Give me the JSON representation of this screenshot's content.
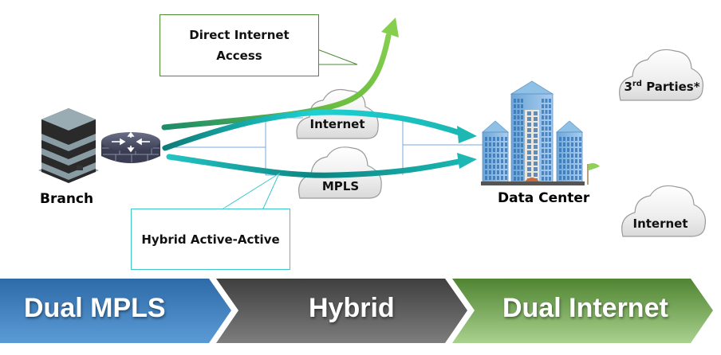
{
  "labels": {
    "branch": "Branch",
    "data_center": "Data Center"
  },
  "callouts": {
    "direct_internet": {
      "line1": "Direct Internet",
      "line2": "Access",
      "border_color": "#4e8a34"
    },
    "hybrid": {
      "text": "Hybrid Active-Active",
      "border_color": "#3cc6c8"
    }
  },
  "clouds": {
    "internet_middle": "Internet",
    "mpls": "MPLS",
    "third_parties": {
      "base": "3",
      "sup": "rd",
      "rest": " Parties*"
    },
    "internet_right": "Internet"
  },
  "chevrons": [
    {
      "label": "Dual MPLS",
      "color_top": "#2d6aa8",
      "color_bottom": "#5b9bd5"
    },
    {
      "label": "Hybrid",
      "color_top": "#3f3f3f",
      "color_bottom": "#7a7a7a"
    },
    {
      "label": "Dual Internet",
      "color_top": "#4f8431",
      "color_bottom": "#a9d18e"
    }
  ],
  "colors": {
    "dia_arrow": "#7dc440",
    "teal_arrow": "#1fb5b5",
    "teal_dark": "#0f7f7f",
    "connector_line": "#6fa3d6"
  }
}
